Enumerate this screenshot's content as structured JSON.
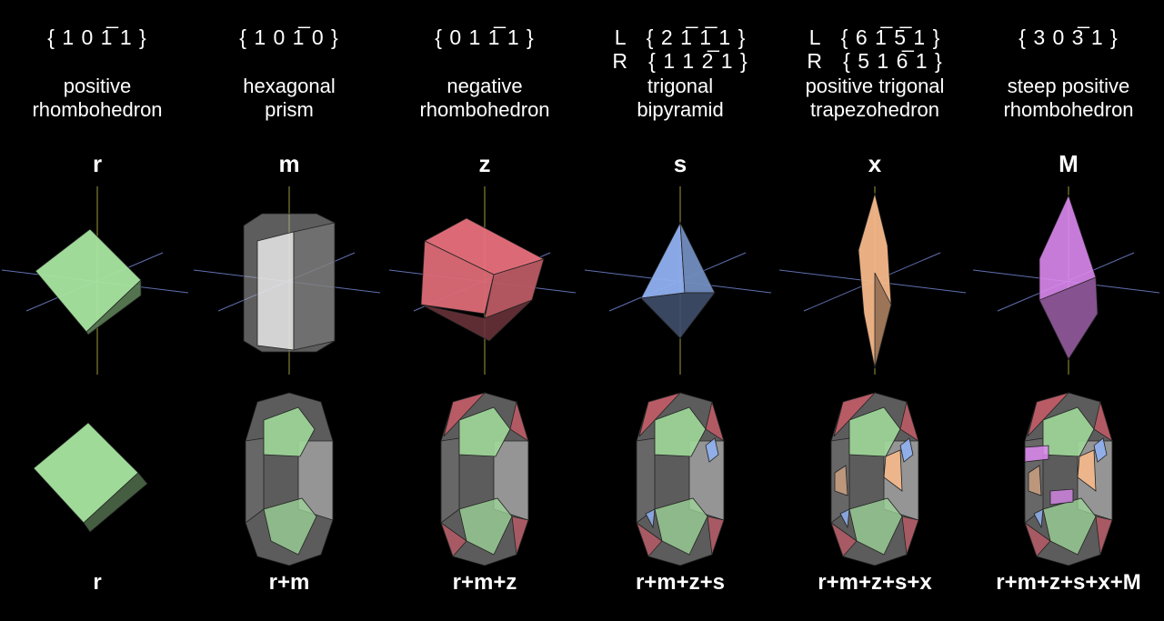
{
  "columns": [
    {
      "index": [
        "{ 1 0 1̅ 1 }"
      ],
      "name": [
        "positive",
        "rhombohedron"
      ],
      "symbol": "r",
      "combination": "r",
      "color": "#a8e6a0"
    },
    {
      "index": [
        "{ 1 0 1̅ 0 }"
      ],
      "name": [
        "hexagonal",
        "prism"
      ],
      "symbol": "m",
      "combination": "r+m",
      "color": "#d8d8d8"
    },
    {
      "index": [
        "{ 0 1 1̅ 1 }"
      ],
      "name": [
        "negative",
        "rhombohedron"
      ],
      "symbol": "z",
      "combination": "r+m+z",
      "color": "#e8707c"
    },
    {
      "index": [
        "L   { 2 1̅ 1̅ 1 }",
        "R   { 1 1 2̅ 1 }"
      ],
      "name": [
        "trigonal",
        "bipyramid"
      ],
      "symbol": "s",
      "combination": "r+m+z+s",
      "color": "#8fb0f0"
    },
    {
      "index": [
        "L   { 6 1̅ 5̅ 1 }",
        "R   { 5 1 6̅ 1 }"
      ],
      "name": [
        "positive trigonal",
        "trapezohedron"
      ],
      "symbol": "x",
      "combination": "r+m+z+s+x",
      "color": "#f5b88a"
    },
    {
      "index": [
        "{ 3 0 3̅ 1 }"
      ],
      "name": [
        "steep positive",
        "rhombohedron"
      ],
      "symbol": "M",
      "combination": "r+m+z+s+x+M",
      "color": "#dd88f0"
    }
  ]
}
